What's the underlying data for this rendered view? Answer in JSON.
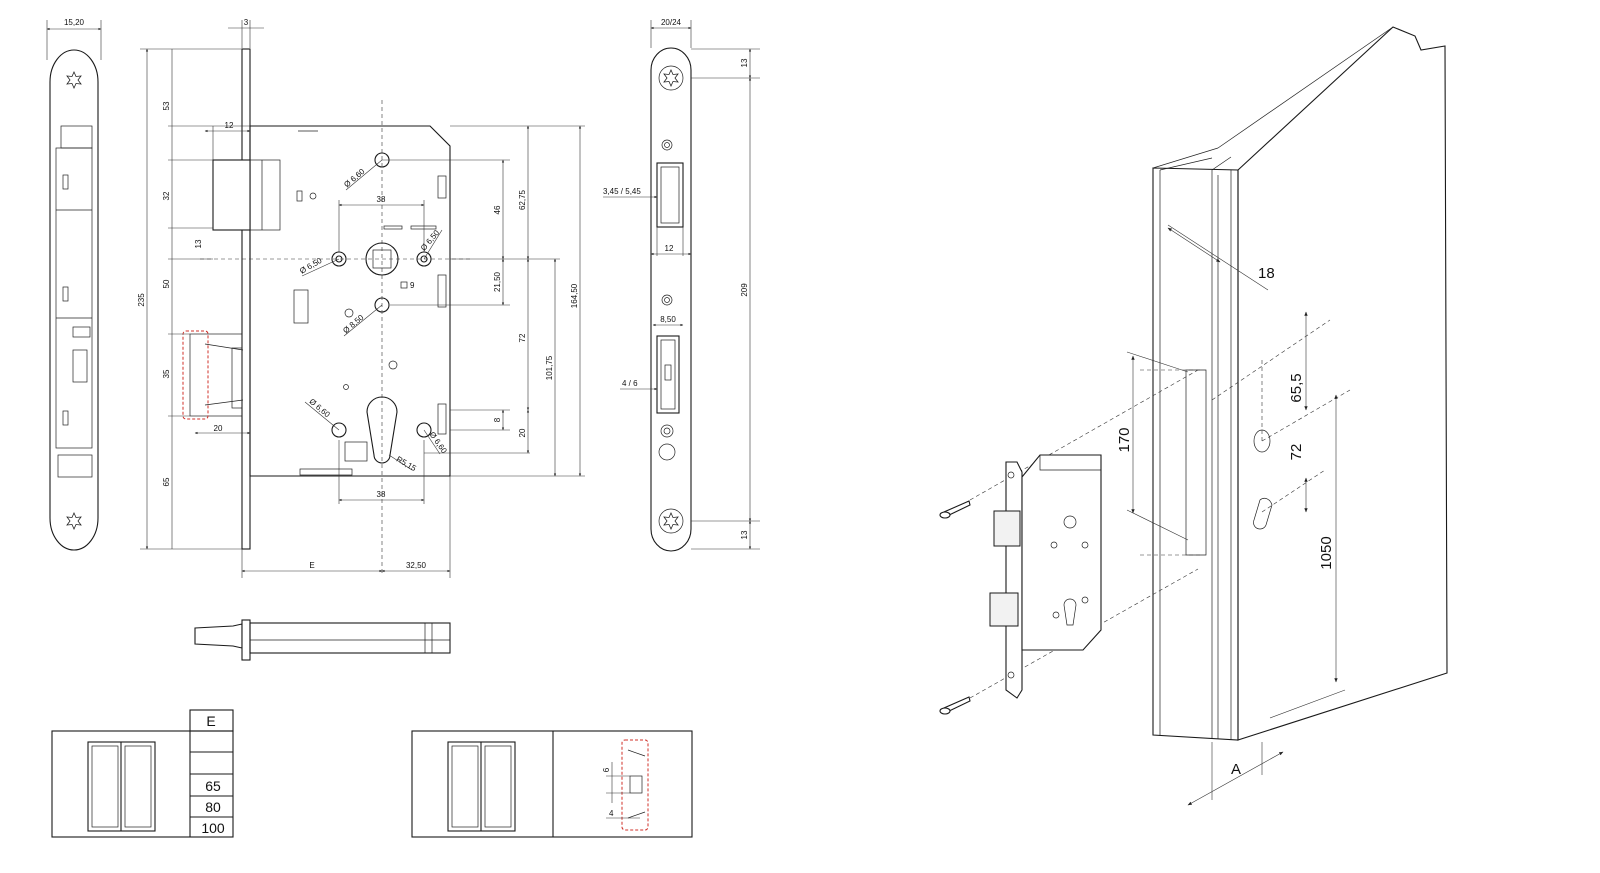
{
  "side_view": {
    "width_label": "15,20"
  },
  "front_view": {
    "plate_thickness": "3",
    "total_height": "235",
    "seg_53": "53",
    "seg_32": "32",
    "seg_13": "13",
    "seg_50": "50",
    "seg_35": "35",
    "seg_65": "65",
    "latch_12": "12",
    "latch_20": "20",
    "dia_660_top": "Ø 6,60",
    "dia_650_left": "Ø 6,50",
    "dia_650_right": "Ø 6,50",
    "dia_850": "Ø 8,50",
    "dia_660_bottom": "Ø 6,60",
    "dia_660_right": "Ø 6,60",
    "spindle_38": "38",
    "spindle_square": "9",
    "cyl_38": "38",
    "r_515": "R5,15",
    "dim_46": "46",
    "dim_6275": "62,75",
    "dim_2150": "21,50",
    "dim_72": "72",
    "dim_8": "8",
    "dim_20": "20",
    "dim_10175": "101,75",
    "dim_16450": "164,50",
    "backset_label": "E",
    "dim_3250": "32,50"
  },
  "faceplate_view": {
    "width": "20/24",
    "top_13": "13",
    "bottom_13": "13",
    "height_209": "209",
    "latch_proj": "3,45 / 5,45",
    "latch_12": "12",
    "bolt_850": "8,50",
    "bolt_46": "4 / 6"
  },
  "e_table": {
    "header": "E",
    "rows": [
      "",
      "65",
      "80",
      "100"
    ]
  },
  "detail": {
    "dim_6": "6",
    "dim_4": "4"
  },
  "iso_view": {
    "dim_18": "18",
    "dim_170": "170",
    "dim_655": "65,5",
    "dim_72": "72",
    "dim_1050": "1050",
    "dim_a": "A"
  }
}
